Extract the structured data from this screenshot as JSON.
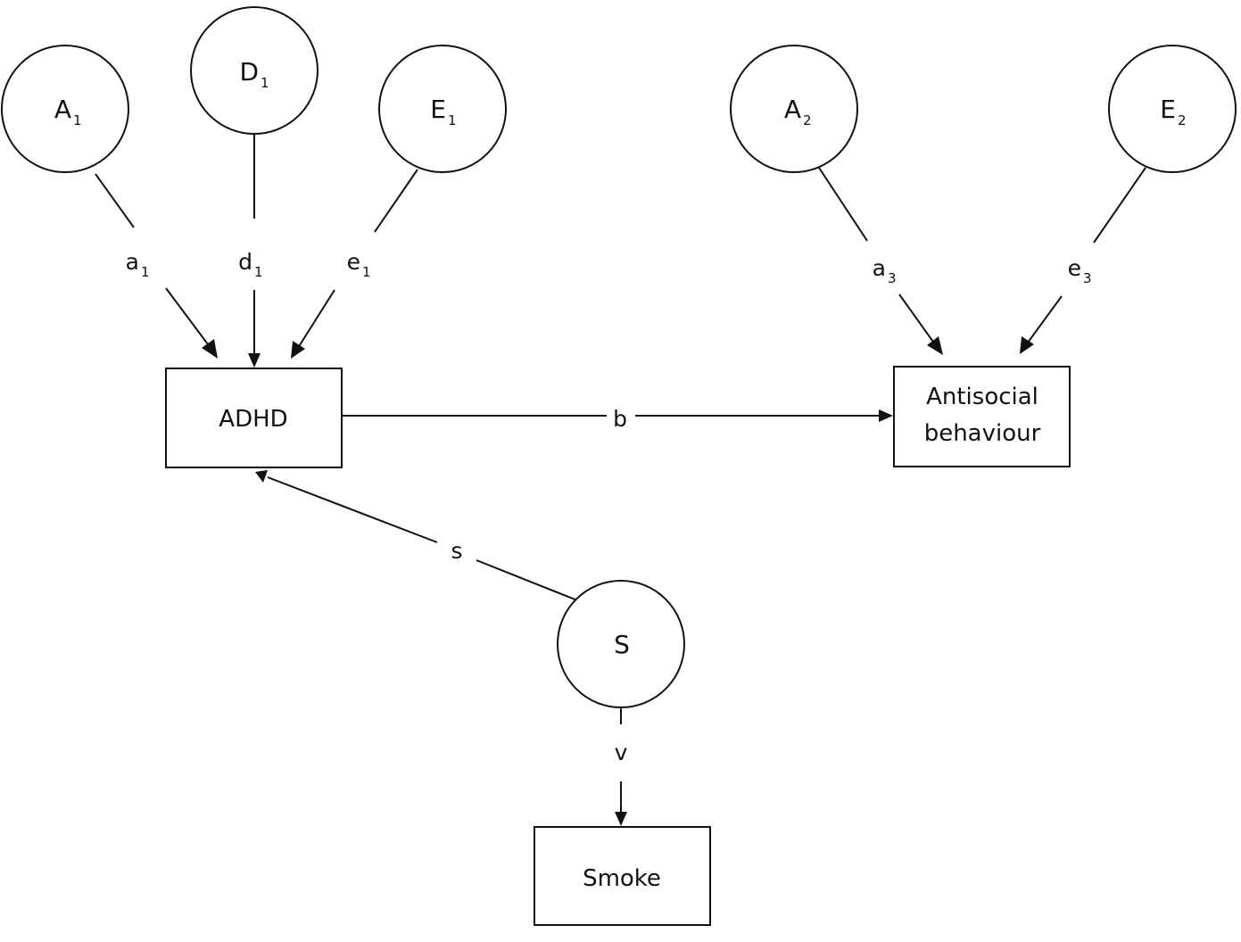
{
  "latent_nodes": {
    "A1": {
      "letter": "A",
      "sub": "1"
    },
    "D1": {
      "letter": "D",
      "sub": "1"
    },
    "E1": {
      "letter": "E",
      "sub": "1"
    },
    "A2": {
      "letter": "A",
      "sub": "2"
    },
    "E2": {
      "letter": "E",
      "sub": "2"
    },
    "S": {
      "letter": "S"
    }
  },
  "observed_nodes": {
    "ADHD": {
      "label": "ADHD"
    },
    "Antisocial": {
      "line1": "Antisocial",
      "line2": "behaviour"
    },
    "Smoke": {
      "label": "Smoke"
    }
  },
  "paths": {
    "a1": {
      "letter": "a",
      "sub": "1"
    },
    "d1": {
      "letter": "d",
      "sub": "1"
    },
    "e1": {
      "letter": "e",
      "sub": "1"
    },
    "a3": {
      "letter": "a",
      "sub": "3"
    },
    "e3": {
      "letter": "e",
      "sub": "3"
    },
    "b": {
      "letter": "b"
    },
    "s": {
      "letter": "s"
    },
    "v": {
      "letter": "v"
    }
  }
}
